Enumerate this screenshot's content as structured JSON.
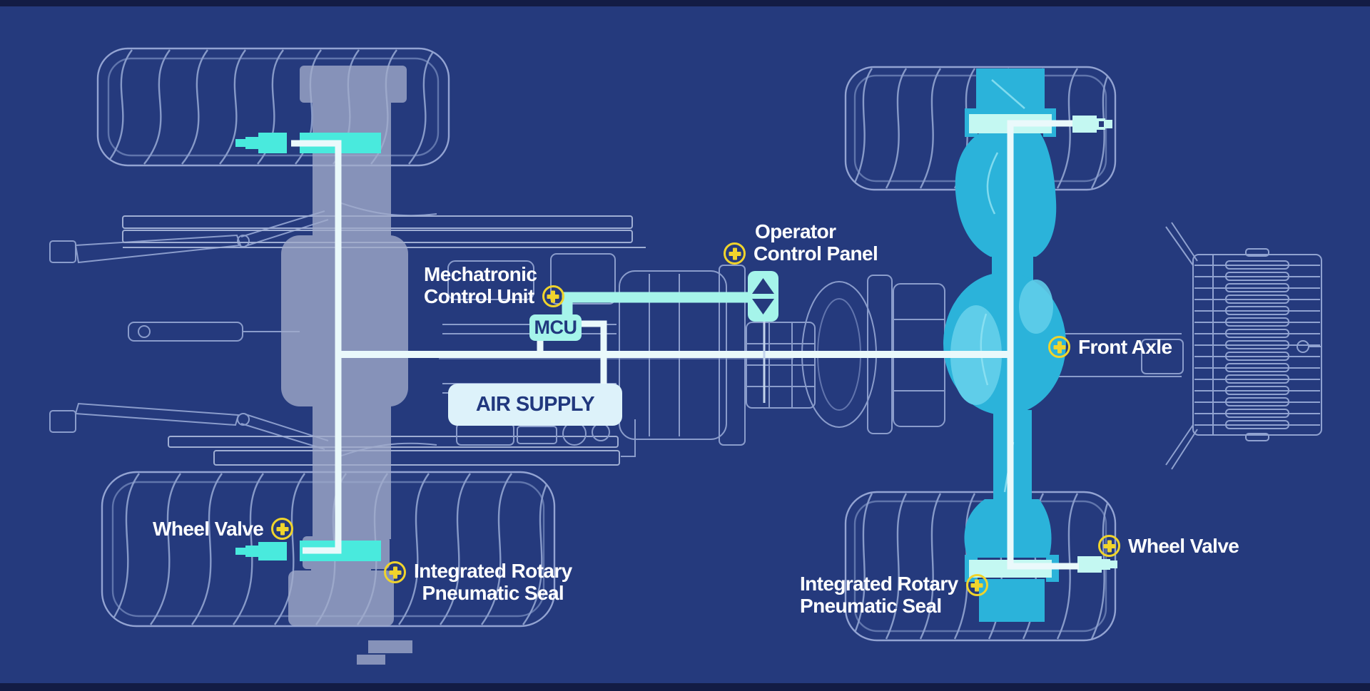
{
  "diagram": {
    "description": "Tractor tire inflation system schematic, top view, blueprint style",
    "colors": {
      "background": "#253a7d",
      "edge_bar": "#131c44",
      "outline_blue": "#9daeda",
      "rear_axle_gray": "#a2accb",
      "front_axle_cyan": "#2bb3da",
      "front_axle_light_cyan": "#5fcde9",
      "hub_bright_cyan": "#49eadd",
      "hub_pale_cyan": "#c4f8f2",
      "air_line_white": "#eaf9fb",
      "connector_cyan": "#a5f4ea",
      "air_supply_fill": "#ddf2fa",
      "text_navy": "#21387e",
      "marker_yellow": "#f0d42c",
      "label_white": "#ffffff"
    },
    "boxes": {
      "mcu": "MCU",
      "air_supply": "AIR SUPPLY"
    },
    "labels": {
      "mechatronic": {
        "line1": "Mechatronic",
        "line2": "Control Unit",
        "marker": "plus-target-icon"
      },
      "operator": {
        "line1": "Operator",
        "line2": "Control Panel",
        "marker": "plus-target-icon"
      },
      "front_axle": {
        "text": "Front Axle",
        "marker": "plus-target-icon"
      },
      "wheel_valve_left": {
        "text": "Wheel Valve",
        "marker": "plus-target-icon"
      },
      "wheel_valve_right": {
        "text": "Wheel Valve",
        "marker": "plus-target-icon"
      },
      "seal_left": {
        "line1": "Integrated Rotary",
        "line2": "Pneumatic Seal",
        "marker": "plus-target-icon"
      },
      "seal_right": {
        "line1": "Integrated Rotary",
        "line2": "Pneumatic Seal",
        "marker": "plus-target-icon"
      }
    },
    "icons": {
      "marker": "plus-target-icon",
      "operator_panel": "up-down-arrow-buttons-icon"
    }
  }
}
